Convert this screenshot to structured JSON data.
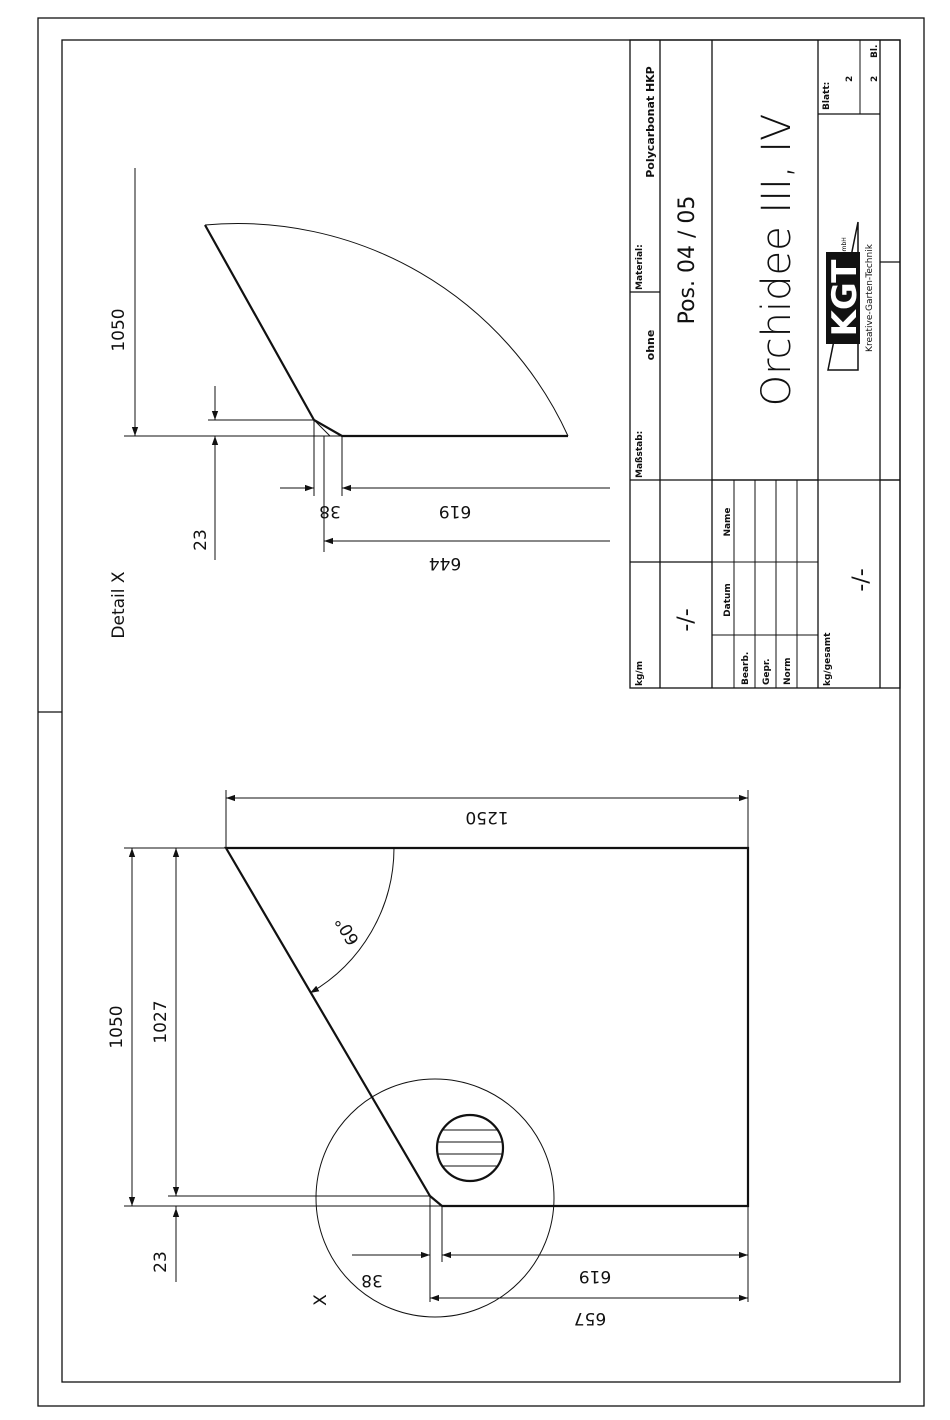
{
  "drawing": {
    "main_view": {
      "dim_width_1250": "1250",
      "dim_height_1050": "1050",
      "dim_height_1027": "1027",
      "dim_offset_23": "23",
      "dim_38": "38",
      "dim_619": "619",
      "dim_657": "657",
      "angle": "60°",
      "detail_marker": "X"
    },
    "detail_view": {
      "label": "Detail X",
      "dim_height_1050": "1050",
      "dim_offset_23": "23",
      "dim_38": "38",
      "dim_619": "619",
      "dim_644": "644"
    }
  },
  "title_block": {
    "kg_m_label": "kg/m",
    "kg_m_value": "-/-",
    "scale_label": "Maßstab:",
    "scale_value": "ohne",
    "material_label": "Material:",
    "material_value": "Polycarbonat HKP",
    "position": "Pos. 04 / 05",
    "part_name": "Orchidee III, IV",
    "datum_label": "Datum",
    "name_label": "Name",
    "bearb_label": "Bearb.",
    "gepr_label": "Gepr.",
    "norm_label": "Norm",
    "kg_gesamt_label": "kg/gesamt",
    "kg_gesamt_value": "-/-",
    "logo_text": "KGT",
    "logo_subtext": "Kreative-Garten-Technik",
    "logo_gmbh": "GmbH",
    "sheet_label": "Blatt:",
    "sheet_number": "2",
    "sheet_total": "2",
    "sheet_total_suffix": "Bl."
  }
}
